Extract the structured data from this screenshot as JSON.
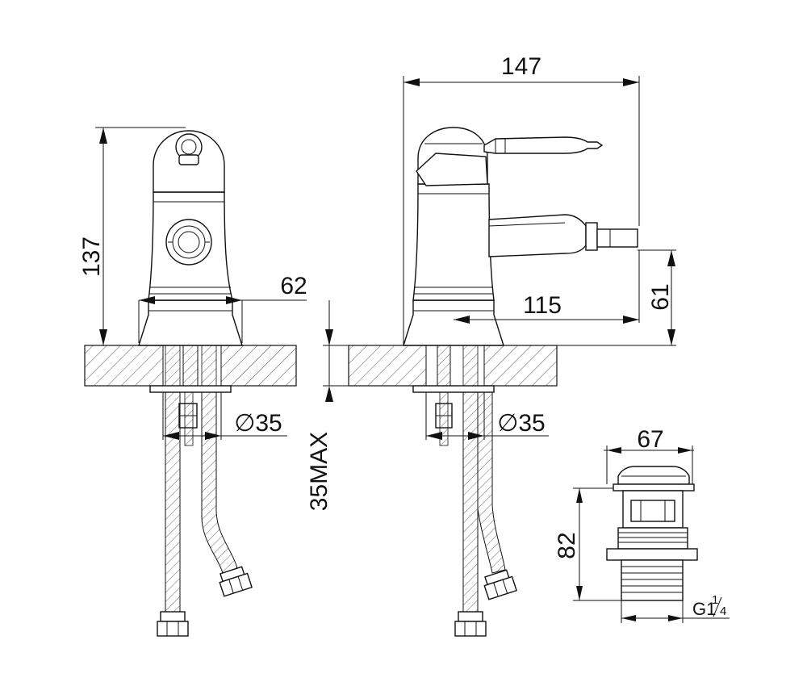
{
  "dimensions": {
    "overall_height": "137",
    "base_width": "62",
    "overall_length": "147",
    "spout_reach": "115",
    "outlet_height": "61",
    "hole_diameter_left": "∅35",
    "hole_diameter_right": "∅35",
    "max_counter_thickness": "35MAX",
    "drain_head_width": "67",
    "drain_height": "82",
    "drain_thread_main": "G1",
    "drain_thread_num": "1",
    "drain_thread_den": "4"
  }
}
